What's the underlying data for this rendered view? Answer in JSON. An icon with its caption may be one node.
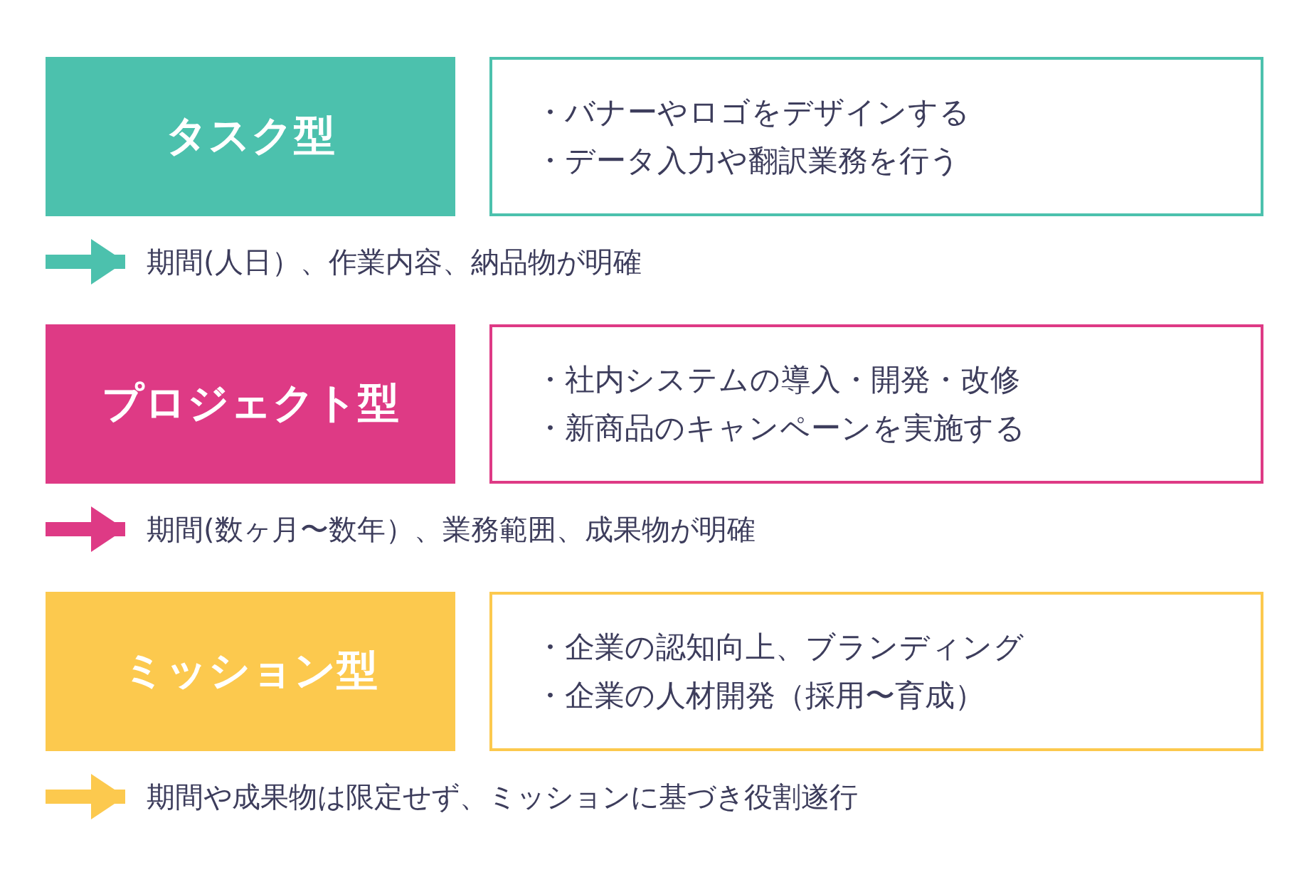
{
  "diagram": {
    "nodes": [
      {
        "text": [
          "タスク型"
        ]
      },
      {
        "text": [
          "・バナーやロゴをデザインする",
          "・データ入力や翻訳業務を行う"
        ]
      },
      {
        "text": [
          "期間(人日）、作業内容、納品物が明確"
        ]
      },
      {
        "text": [
          "プロジェクト型"
        ]
      },
      {
        "text": [
          "・社内システムの導入・開発・改修",
          "・新商品のキャンペーンを実施する"
        ]
      },
      {
        "text": [
          "期間(数ヶ月〜数年）、業務範囲、成果物が明確"
        ]
      },
      {
        "text": [
          "ミッション型"
        ]
      },
      {
        "text": [
          "・企業の認知向上、ブランディング",
          "・企業の人材開発（採用〜育成）"
        ]
      },
      {
        "text": [
          "期間や成果物は限定せず、ミッションに基づき役割遂行"
        ]
      }
    ],
    "edges": [
      {
        "from": null,
        "to": 2,
        "arrow": "to",
        "color": "#4cc1ad"
      },
      {
        "from": null,
        "to": 5,
        "arrow": "to",
        "color": "#de3a85"
      },
      {
        "from": null,
        "to": 8,
        "arrow": "to",
        "color": "#fcc94e"
      }
    ]
  }
}
